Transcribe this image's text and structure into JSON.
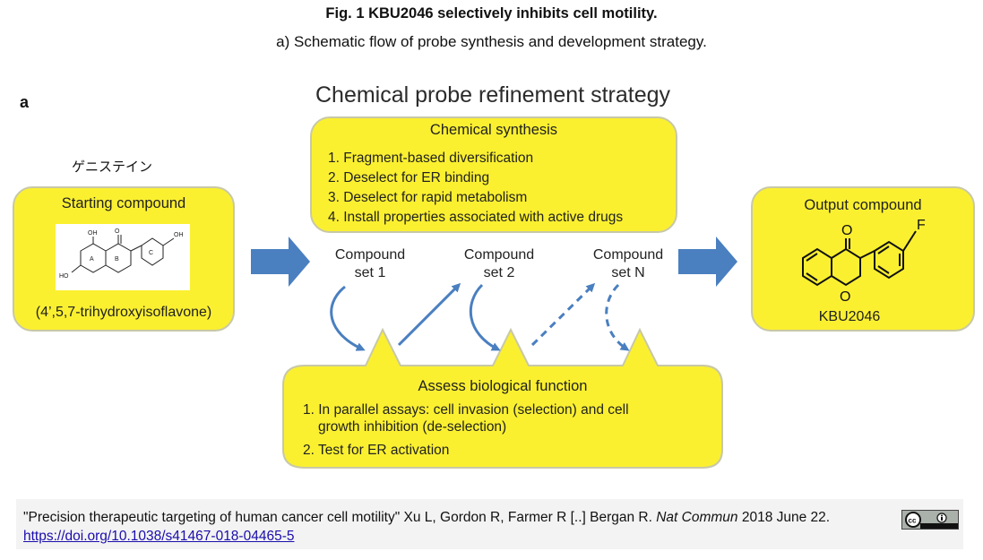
{
  "caption": {
    "title": "Fig. 1 KBU2046 selectively inhibits cell motility.",
    "subtitle": "a) Schematic flow of probe synthesis and development strategy."
  },
  "figure": {
    "panel_letter": "a",
    "strategy_title": "Chemical probe refinement strategy",
    "japanese_label": "ゲニステイン",
    "starting_compound": {
      "heading": "Starting compound",
      "name": "(4’,5,7-trihydroxyisoflavone)",
      "structure_labels": [
        "OH",
        "O",
        "OH",
        "HO",
        "A",
        "B",
        "C"
      ]
    },
    "chemical_synthesis": {
      "heading": "Chemical synthesis",
      "items": [
        "1. Fragment-based diversification",
        "2. Deselect for ER binding",
        "3. Deselect for rapid metabolism",
        "4. Install properties associated with active drugs"
      ]
    },
    "compound_sets": [
      {
        "line1": "Compound",
        "line2": "set 1"
      },
      {
        "line1": "Compound",
        "line2": "set 2"
      },
      {
        "line1": "Compound",
        "line2": "set N"
      }
    ],
    "output_compound": {
      "heading": "Output compound",
      "name": "KBU2046",
      "structure_labels": [
        "O",
        "O",
        "F"
      ]
    },
    "assess": {
      "heading": "Assess biological function",
      "items": [
        "1. In parallel assays: cell invasion (selection) and cell",
        "growth inhibition (de-selection)",
        "2. Test for ER activation"
      ]
    },
    "colors": {
      "box_fill": "#fbf030",
      "arrow_blue": "#4a7fc0"
    }
  },
  "footer": {
    "citation_prefix": "\"Precision therapeutic targeting of human cancer cell motility\" Xu L, Gordon R, Farmer R  [..] Bergan R. ",
    "journal": "Nat Commun",
    "citation_suffix": " 2018 June 22.",
    "doi_link": "https://doi.org/10.1038/s41467-018-04465-5",
    "license_icon": "cc-by-icon"
  }
}
